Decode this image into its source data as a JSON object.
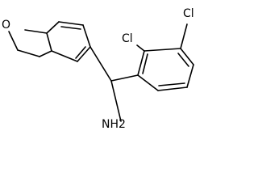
{
  "molecule": {
    "labels": {
      "oxygen": "O",
      "chlorine_top": "Cl",
      "chlorine_ortho": "Cl",
      "amine": "NH2"
    },
    "bond_color": "#000000",
    "background": "#ffffff"
  }
}
